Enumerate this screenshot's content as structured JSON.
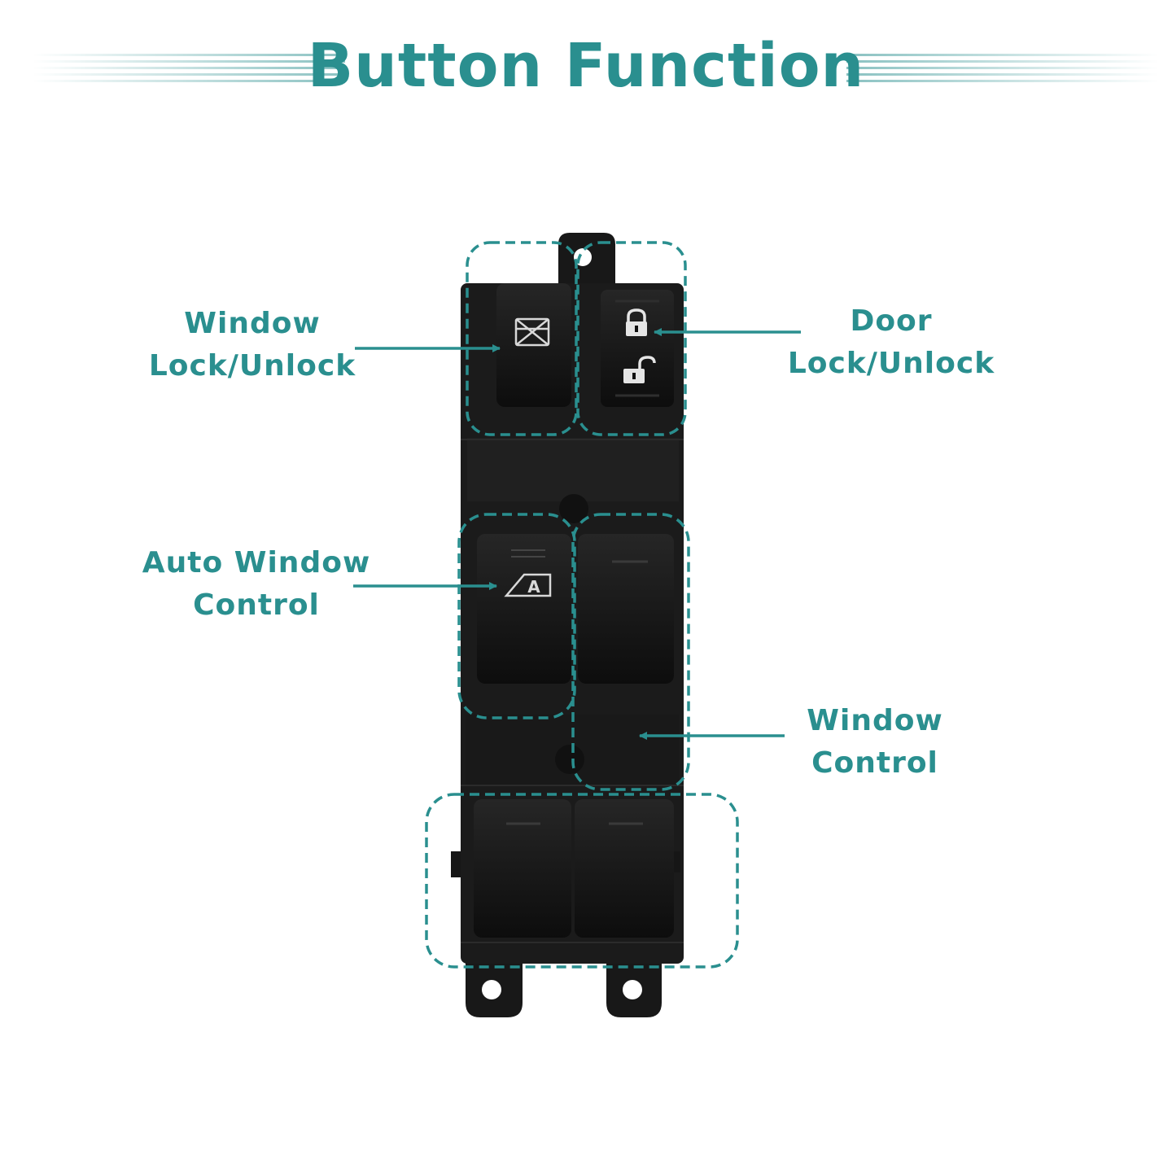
{
  "title": "Button Function",
  "colors": {
    "accent": "#2a8f8f",
    "switch_body": "#1b1b1b",
    "button": "#111111"
  },
  "labels": {
    "window_lock": {
      "line1": "Window",
      "line2": "Lock/Unlock"
    },
    "door_lock": {
      "line1": "Door",
      "line2": "Lock/Unlock"
    },
    "auto_window": {
      "line1": "Auto Window",
      "line2": "Control"
    },
    "window_control": {
      "line1": "Window",
      "line2": "Control"
    }
  },
  "icons": {
    "window_lock_button": "window-lock-icon",
    "door_lock_button": [
      "padlock-locked-icon",
      "padlock-unlocked-icon"
    ],
    "auto_window_button": "auto-window-icon"
  },
  "auto_window_icon_letter": "A"
}
